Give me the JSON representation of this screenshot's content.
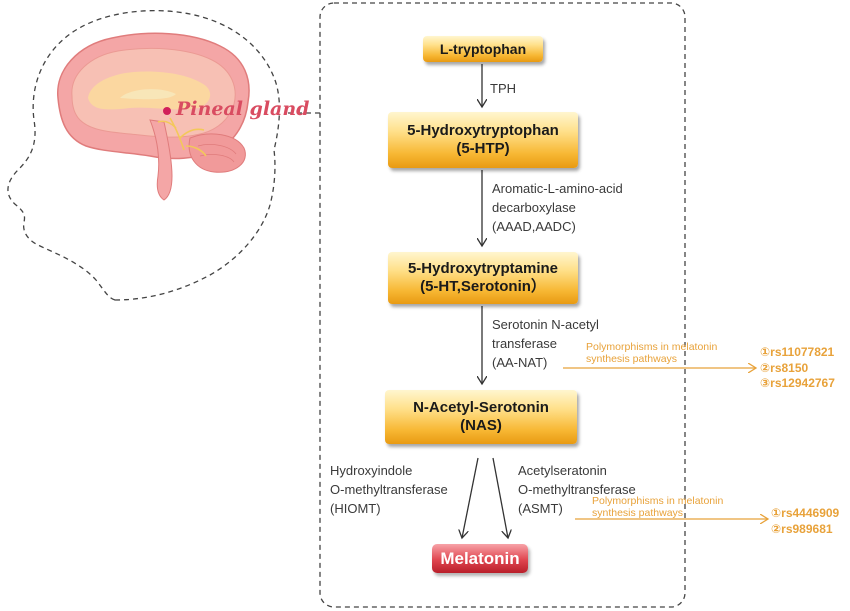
{
  "head": {
    "pineal_label": "Pineal gland"
  },
  "pathway": {
    "nodes": [
      {
        "lines": [
          "L-tryptophan"
        ]
      },
      {
        "lines": [
          "5-Hydroxytryptophan",
          "(5-HTP)"
        ]
      },
      {
        "lines": [
          "5-Hydroxytryptamine",
          "(5-HT,Serotonin）"
        ]
      },
      {
        "lines": [
          "N-Acetyl-Serotonin",
          "(NAS)"
        ]
      }
    ],
    "melatonin": "Melatonin",
    "enzymes": {
      "tph": [
        "TPH"
      ],
      "aaad": [
        "Aromatic-L-amino-acid",
        "decarboxylase",
        "(AAAD,AADC)"
      ],
      "aanat": [
        "Serotonin N-acetyl",
        "transferase",
        "(AA-NAT)"
      ],
      "hiomt": [
        "Hydroxyindole",
        "O-methyltransferase",
        "(HIOMT)"
      ],
      "asmt": [
        "Acetylseratonin",
        "O-methyltransferase",
        "(ASMT)"
      ]
    }
  },
  "polymorphisms": [
    {
      "label": [
        "Polymorphisms in melatonin",
        "synthesis pathways"
      ],
      "snps": [
        "①rs11077821",
        "②rs8150",
        "③rs12942767"
      ]
    },
    {
      "label": [
        "Polymorphisms in melatonin",
        "synthesis pathways"
      ],
      "snps": [
        "①rs4446909",
        "②rs989681"
      ]
    }
  ],
  "colors": {
    "box_gold": "#f7b733",
    "melatonin_red": "#d9313c",
    "polymorphism_orange": "#e8a23a",
    "pineal_pink": "#d94c61",
    "brain_pink": "#f2a3a3"
  }
}
